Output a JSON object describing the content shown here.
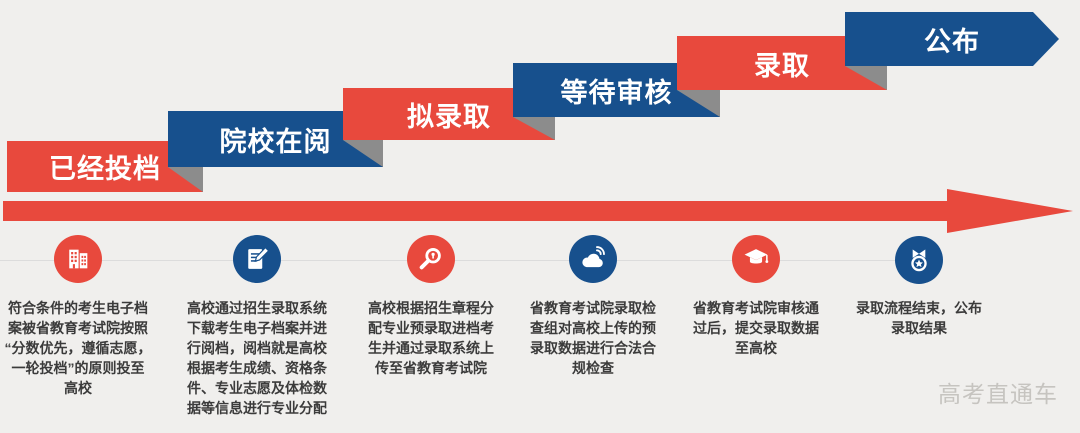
{
  "steps": [
    {
      "label": "已经投档",
      "icon": "building-icon",
      "desc": "符合条件的考生电子档\n案被省教育考试院按照\n“分数优先，遵循志愿，\n一轮投档”的原则投至\n高校"
    },
    {
      "label": "院校在阅",
      "icon": "document-edit-icon",
      "desc": "高校通过招生录取系统\n下载考生电子档案并进\n行阅档，阅档就是高校\n根据考生成绩、资格条\n件、专业志愿及体检数\n据等信息进行专业分配"
    },
    {
      "label": "拟录取",
      "icon": "magnifier-icon",
      "desc": "高校根据招生章程分\n配专业预录取进档考\n生并通过录取系统上\n传至省教育考试院"
    },
    {
      "label": "等待审核",
      "icon": "cloud-upload-icon",
      "desc": "省教育考试院录取检\n查组对高校上传的预\n录取数据进行合法合\n规检查"
    },
    {
      "label": "录取",
      "icon": "graduation-cap-icon",
      "desc": "省教育考试院审核通\n过后，提交录取数据\n至高校"
    },
    {
      "label": "公布",
      "icon": "medal-icon",
      "desc": "录取流程结束，公布\n录取结果"
    }
  ],
  "watermark": "高考直通车",
  "colors": {
    "red": "#e8493d",
    "blue": "#17508d",
    "fold": "#8c8c8c",
    "background": "#f0efed",
    "line": "#dcdcdc",
    "text": "#3b3b3b",
    "watermark": "#c6c4c0"
  }
}
